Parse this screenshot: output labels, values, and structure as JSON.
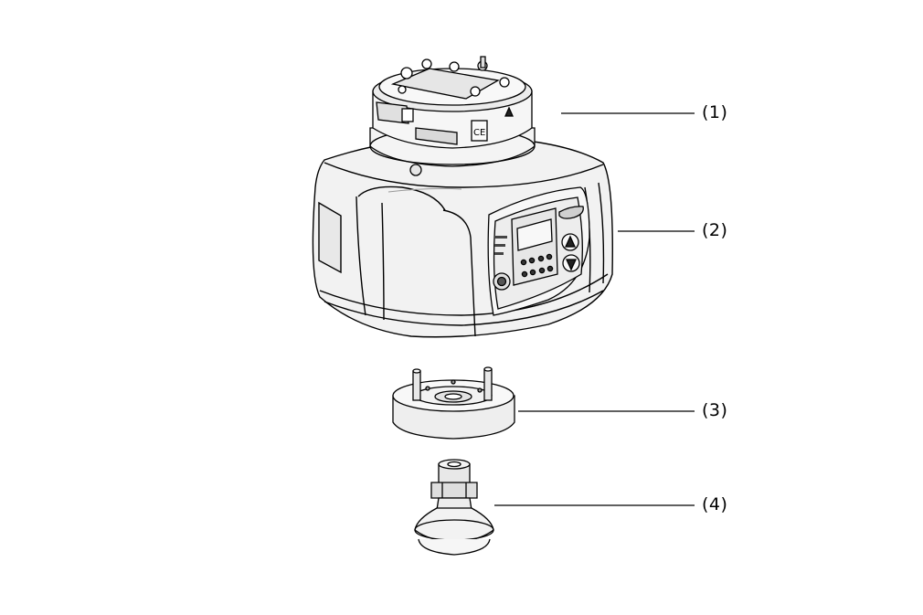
{
  "diagram": {
    "callouts": [
      {
        "id": "1",
        "label": "(1)"
      },
      {
        "id": "2",
        "label": "(2)"
      },
      {
        "id": "3",
        "label": "(3)"
      },
      {
        "id": "4",
        "label": "(4)"
      }
    ],
    "colors": {
      "line": "#000000",
      "fill": "#f2f2f2",
      "fill_light": "#fafafa",
      "fill_dark": "#d9d9d9",
      "display": "#e6e6e6"
    }
  }
}
